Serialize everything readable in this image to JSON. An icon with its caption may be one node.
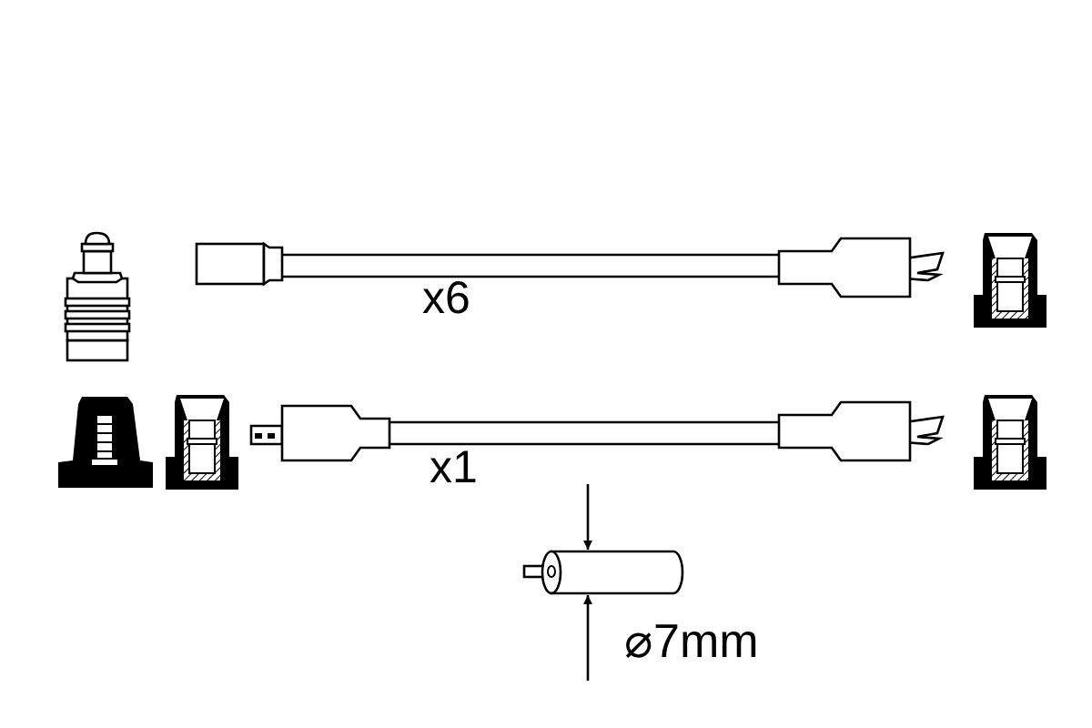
{
  "diagram": {
    "labels": [
      "x6",
      "x1",
      "⌀7mm"
    ]
  }
}
